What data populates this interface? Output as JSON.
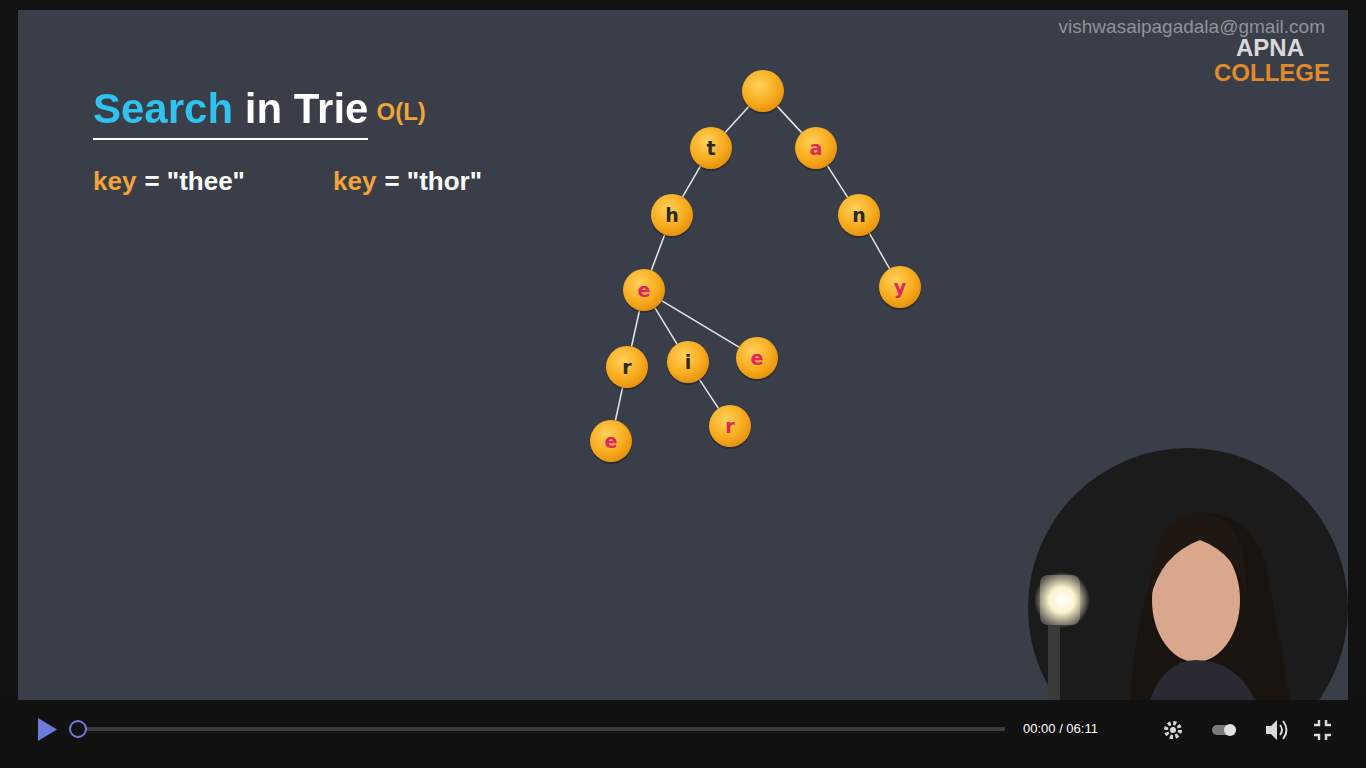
{
  "diagram": {
    "title": "Search in Trie",
    "nodes": [
      {
        "text": []
      },
      {
        "text": [
          "t"
        ]
      },
      {
        "text": [
          "a"
        ]
      },
      {
        "text": [
          "h"
        ]
      },
      {
        "text": [
          "n"
        ]
      },
      {
        "text": [
          "e"
        ]
      },
      {
        "text": [
          "y"
        ]
      },
      {
        "text": [
          "r"
        ]
      },
      {
        "text": [
          "i"
        ]
      },
      {
        "text": [
          "e"
        ]
      },
      {
        "text": [
          "e"
        ]
      },
      {
        "text": [
          "r"
        ]
      }
    ],
    "edges": [
      {
        "from": 0,
        "to": 1,
        "arrow": "none"
      },
      {
        "from": 0,
        "to": 2,
        "arrow": "none"
      },
      {
        "from": 1,
        "to": 3,
        "arrow": "none"
      },
      {
        "from": 2,
        "to": 4,
        "arrow": "none"
      },
      {
        "from": 3,
        "to": 5,
        "arrow": "none"
      },
      {
        "from": 4,
        "to": 6,
        "arrow": "none"
      },
      {
        "from": 5,
        "to": 7,
        "arrow": "none"
      },
      {
        "from": 5,
        "to": 8,
        "arrow": "none"
      },
      {
        "from": 5,
        "to": 9,
        "arrow": "none"
      },
      {
        "from": 7,
        "to": 10,
        "arrow": "none"
      },
      {
        "from": 8,
        "to": 11,
        "arrow": "none"
      }
    ],
    "labels": [
      "O(L)",
      "key",
      "= \"thee\"",
      "key",
      "= \"thor\"",
      "vishwasaipagadala@gmail.com",
      "APNA",
      "COLLEGE",
      "00:00 / 06:11"
    ]
  }
}
